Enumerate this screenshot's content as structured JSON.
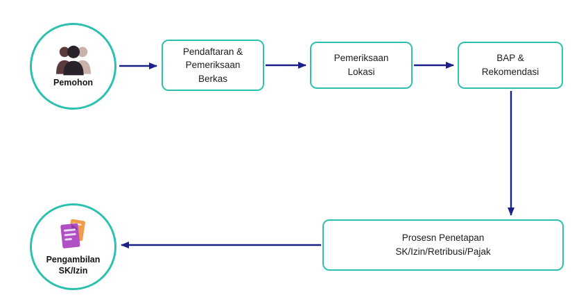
{
  "diagram_title": "",
  "colors": {
    "node_border": "#2cc0ae",
    "arrow": "#1b2088",
    "text": "#1e1e1e",
    "doc_purple": "#b14fc4",
    "doc_orange": "#f09c4a"
  },
  "nodes": {
    "pemohon": {
      "label": "Pemohon",
      "icon": "people-group-icon",
      "shape": "circle"
    },
    "pendaftaran": {
      "label": "Pendaftaran &\nPemeriksaan\nBerkas",
      "shape": "rounded-box"
    },
    "pemeriksaan_lokasi": {
      "label": "Pemeriksaan\nLokasi",
      "shape": "rounded-box"
    },
    "bap": {
      "label": "BAP &\nRekomendasi",
      "shape": "rounded-box"
    },
    "proses": {
      "label": "Prosesn Penetapan\nSK/Izin/Retribusi/Pajak",
      "shape": "rounded-box"
    },
    "pengambilan": {
      "label": "Pengambilan\nSK/Izin",
      "icon": "document-icon",
      "shape": "circle"
    }
  },
  "edges": [
    {
      "from": "pemohon",
      "to": "pendaftaran",
      "direction": "right"
    },
    {
      "from": "pendaftaran",
      "to": "pemeriksaan_lokasi",
      "direction": "right"
    },
    {
      "from": "pemeriksaan_lokasi",
      "to": "bap",
      "direction": "right"
    },
    {
      "from": "bap",
      "to": "proses",
      "direction": "down"
    },
    {
      "from": "proses",
      "to": "pengambilan",
      "direction": "left"
    }
  ]
}
